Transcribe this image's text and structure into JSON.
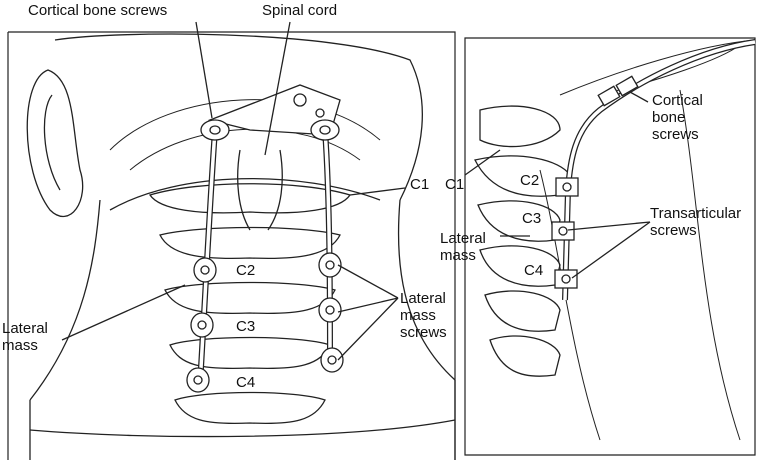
{
  "left_panel": {
    "labels": {
      "cortical_bone_screws": "Cortical bone screws",
      "spinal_cord": "Spinal cord",
      "c1": "C1",
      "c2": "C2",
      "c3": "C3",
      "c4": "C4",
      "lateral_mass_line1": "Lateral",
      "lateral_mass_line2": "mass",
      "lateral_mass_screws_line1": "Lateral",
      "lateral_mass_screws_line2": "mass",
      "lateral_mass_screws_line3": "screws"
    }
  },
  "right_panel": {
    "labels": {
      "cortical_line1": "Cortical",
      "cortical_line2": "bone",
      "cortical_line3": "screws",
      "c1": "C1",
      "c2": "C2",
      "c3": "C3",
      "c4": "C4",
      "transarticular_line1": "Transarticular",
      "transarticular_line2": "screws",
      "lateral_mass_line1": "Lateral",
      "lateral_mass_line2": "mass"
    }
  },
  "colors": {
    "ink": "#222222",
    "background": "#ffffff"
  }
}
